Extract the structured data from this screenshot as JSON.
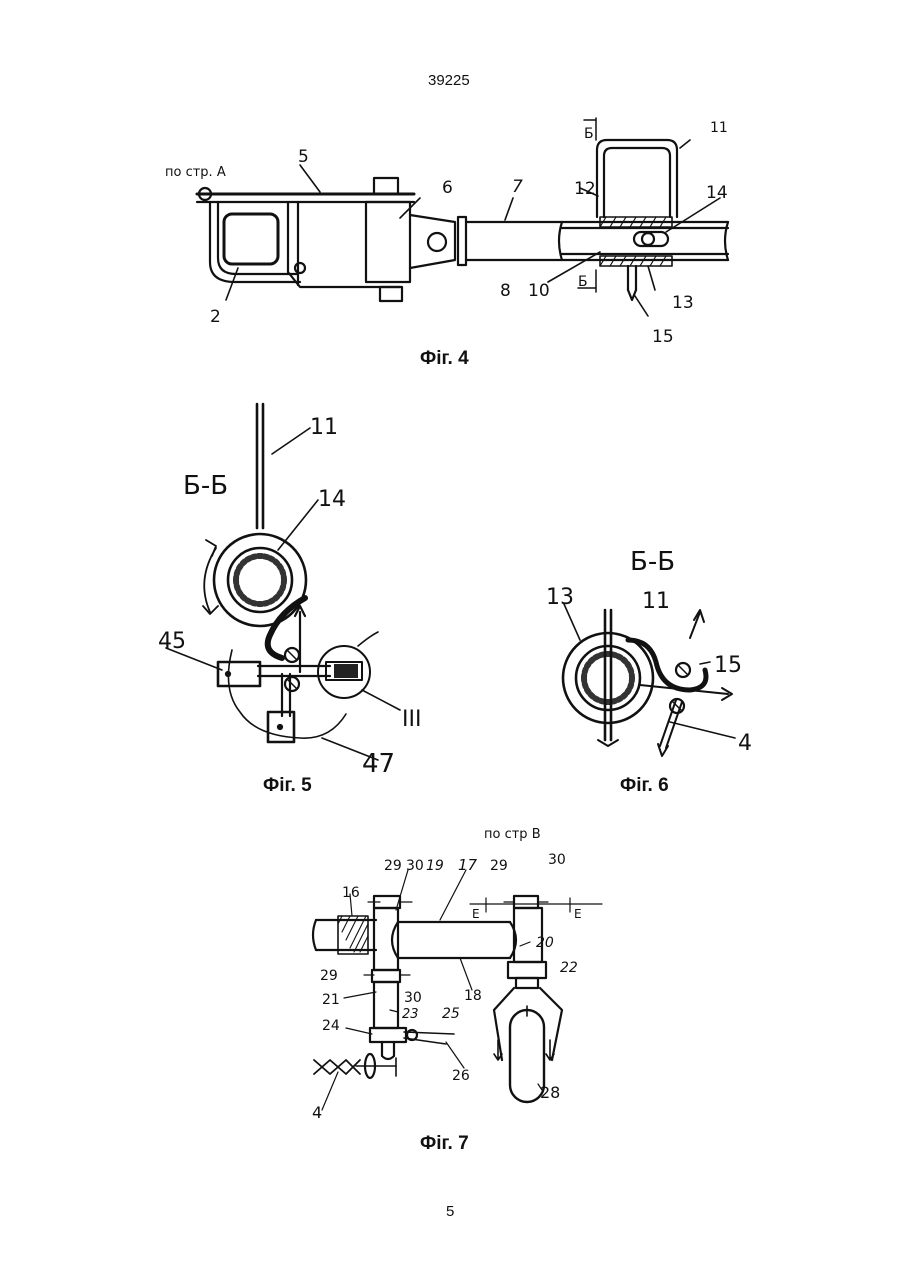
{
  "doc_number": "39225",
  "page_number": "5",
  "fig4": {
    "caption": "Фіг. 4",
    "view_note": "по стр. A",
    "labels": {
      "l5": "5",
      "l6": "6",
      "l7": "7",
      "l11": "11",
      "l12": "12",
      "l14": "14",
      "l2": "2",
      "l8": "8",
      "l10": "10",
      "l13": "13",
      "l15": "15",
      "b1": "Б",
      "b2": "Б"
    }
  },
  "fig5": {
    "caption": "Фіг. 5",
    "section": "Б-Б",
    "labels": {
      "l11": "11",
      "l14": "14",
      "l45": "45",
      "l47": "47",
      "l3": "III"
    }
  },
  "fig6": {
    "caption": "Фіг. 6",
    "section": "Б-Б",
    "labels": {
      "l13": "13",
      "l11": "11",
      "l15": "15",
      "l4": "4"
    }
  },
  "fig7": {
    "caption": "Фіг. 7",
    "view_note": "по стр В",
    "labels": {
      "l29a": "29",
      "l30a": "30",
      "l19": "19",
      "l17": "17",
      "l29b": "29",
      "l30b": "30",
      "l16": "16",
      "lE1": "Е",
      "lE2": "Е",
      "l20": "20",
      "l22": "22",
      "l18": "18",
      "l29c": "29",
      "l30c": "30",
      "l21": "21",
      "l23": "23",
      "l25": "25",
      "l24": "24",
      "l26": "26",
      "l4": "4",
      "l28": "28"
    }
  }
}
